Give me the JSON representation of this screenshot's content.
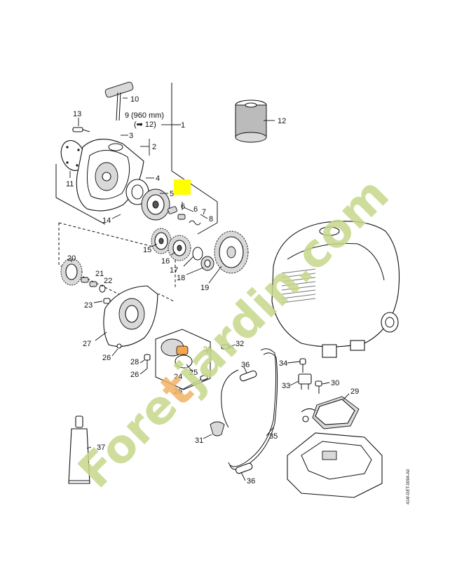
{
  "watermark": {
    "part1": "Fore",
    "part2": "t",
    "part3": "jardin",
    "part4": ".com",
    "green": "#c6d88a",
    "orange": "#f2b266"
  },
  "highlight_color": "#ffff00",
  "callouts": {
    "c1": "1",
    "c2": "2",
    "c3": "3",
    "c4": "4",
    "c5": "5",
    "c6a": "6",
    "c6b": "6",
    "c7": "7",
    "c8": "8",
    "c9": "9",
    "c9_note": "(960 mm)",
    "c9_ref": "(➡ 12)",
    "c10": "10",
    "c11": "11",
    "c12": "12",
    "c13": "13",
    "c14": "14",
    "c15": "15",
    "c16": "16",
    "c17": "17",
    "c18": "18",
    "c19": "19",
    "c20": "20",
    "c21": "21",
    "c22": "22",
    "c23": "23",
    "c24": "24",
    "c25": "25",
    "c26a": "26",
    "c26b": "26",
    "c26c": "26",
    "c26d": "26",
    "c27": "27",
    "c28": "28",
    "c29": "29",
    "c30": "30",
    "c31": "31",
    "c32": "32",
    "c33": "33",
    "c34": "34",
    "c35": "35",
    "c36a": "36",
    "c36b": "36",
    "c37": "37"
  },
  "drawing_code": "414f-GET-0094-A0"
}
